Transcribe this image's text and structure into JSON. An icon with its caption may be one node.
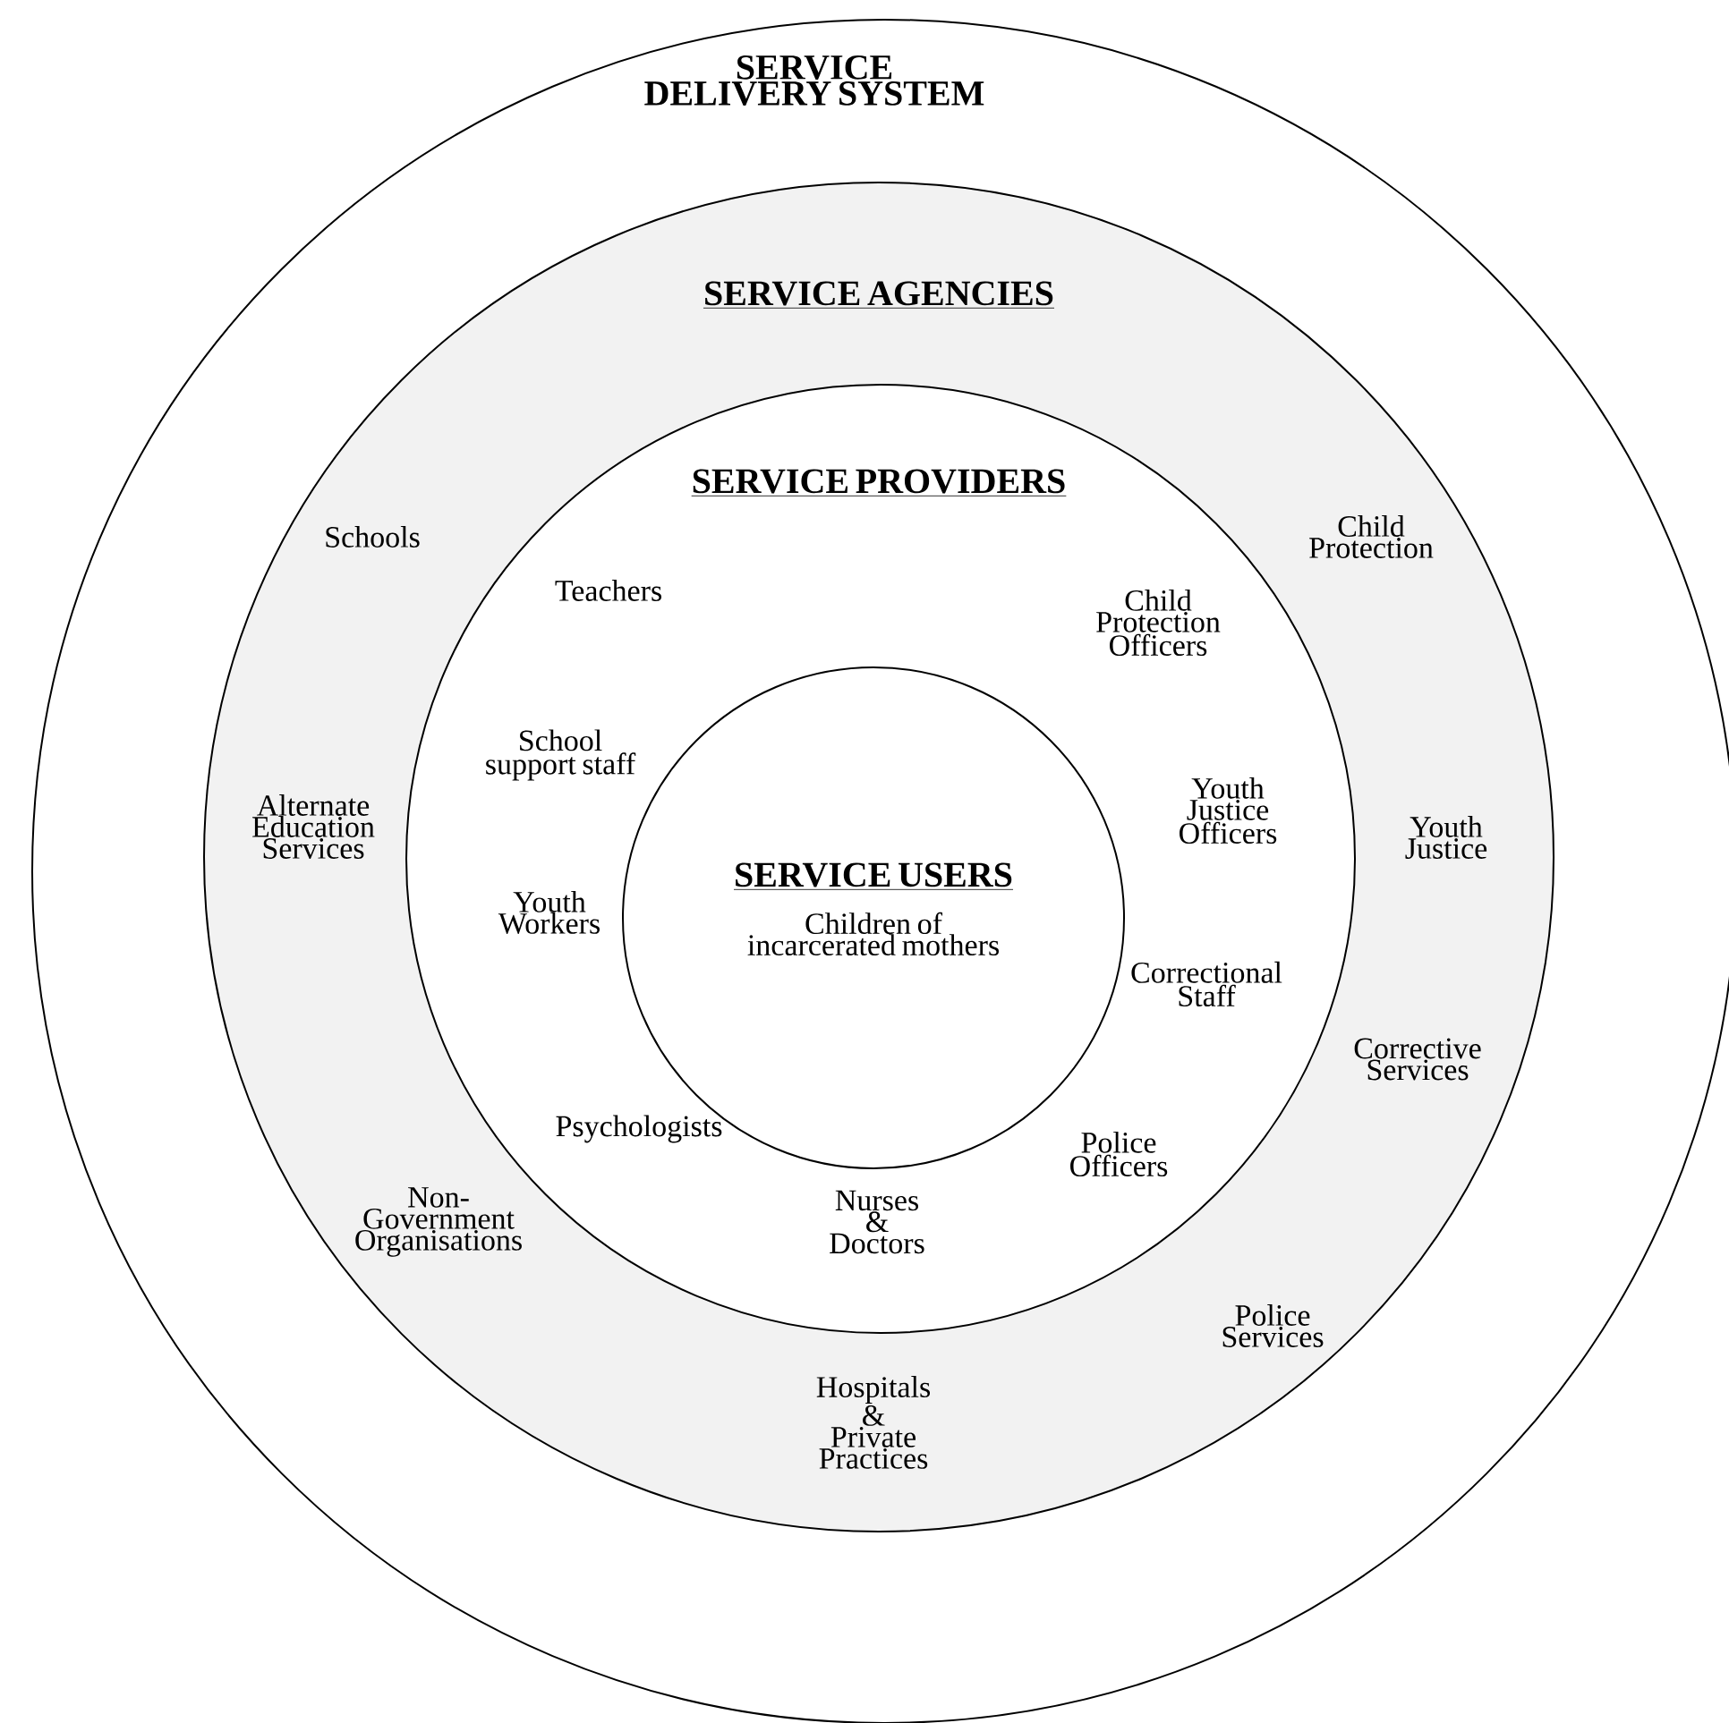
{
  "diagram": {
    "nodes": [
      {
        "text": [
          "SERVICE DELIVERY SYSTEM"
        ]
      },
      {
        "text": [
          "SERVICE AGENCIES",
          "Schools",
          "Child Protection",
          "Alternate Education Services",
          "Youth Justice",
          "Corrective Services",
          "Non-Government Organisations",
          "Police Services",
          "Hospitals & Private Practices"
        ],
        "in": 0
      },
      {
        "text": [
          "SERVICE PROVIDERS",
          "Teachers",
          "Child Protection Officers",
          "School support staff",
          "Youth Justice Officers",
          "Youth Workers",
          "Correctional Staff",
          "Psychologists",
          "Police Officers",
          "Nurses & Doctors"
        ],
        "in": 1
      },
      {
        "text": [
          "SERVICE USERS",
          "Children of incarcerated mothers"
        ],
        "in": 2
      }
    ]
  }
}
